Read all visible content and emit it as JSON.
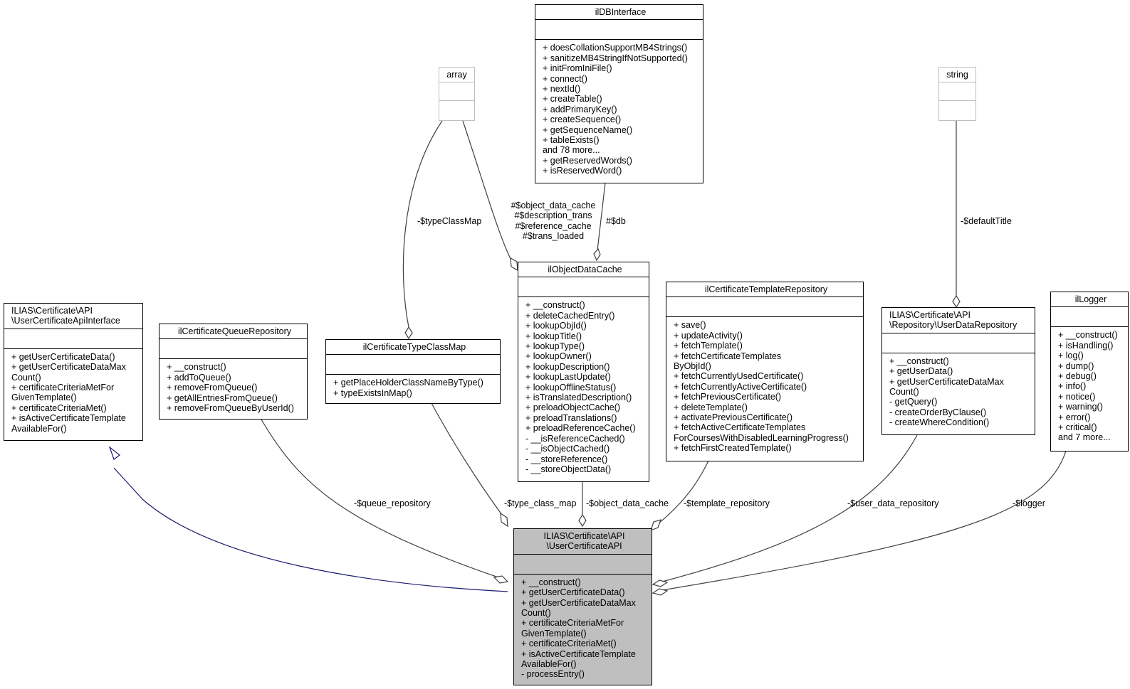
{
  "classes": {
    "api": {
      "name": [
        "ILIAS\\Certificate\\API",
        "\\UserCertificateAPI"
      ],
      "ops": [
        "+ __construct()",
        "+ getUserCertificateData()",
        "+ getUserCertificateDataMax",
        "Count()",
        "+ certificateCriteriaMetFor",
        "GivenTemplate()",
        "+ certificateCriteriaMet()",
        "+ isActiveCertificateTemplate",
        "AvailableFor()",
        "- processEntry()"
      ]
    },
    "iface": {
      "name": [
        "ILIAS\\Certificate\\API",
        "\\UserCertificateApiInterface"
      ],
      "ops": [
        "+ getUserCertificateData()",
        "+ getUserCertificateDataMax",
        "Count()",
        "+ certificateCriteriaMetFor",
        "GivenTemplate()",
        "+ certificateCriteriaMet()",
        "+ isActiveCertificateTemplate",
        "AvailableFor()"
      ]
    },
    "queue": {
      "name": [
        "ilCertificateQueueRepository"
      ],
      "ops": [
        "+ __construct()",
        "+ addToQueue()",
        "+ removeFromQueue()",
        "+ getAllEntriesFromQueue()",
        "+ removeFromQueueByUserId()"
      ]
    },
    "typemap": {
      "name": [
        "ilCertificateTypeClassMap"
      ],
      "ops": [
        "+ getPlaceHolderClassNameByType()",
        "+ typeExistsInMap()"
      ]
    },
    "array": {
      "name": [
        "array"
      ],
      "ops": []
    },
    "dbi": {
      "name": [
        "ilDBInterface"
      ],
      "ops": [
        "+ doesCollationSupportMB4Strings()",
        "+ sanitizeMB4StringIfNotSupported()",
        "+ initFromIniFile()",
        "+ connect()",
        "+ nextId()",
        "+ createTable()",
        "+ addPrimaryKey()",
        "+ createSequence()",
        "+ getSequenceName()",
        "+ tableExists()",
        "and 78 more...",
        "+ getReservedWords()",
        "+ isReservedWord()"
      ]
    },
    "odc": {
      "name": [
        "ilObjectDataCache"
      ],
      "ops": [
        "+ __construct()",
        "+ deleteCachedEntry()",
        "+ lookupObjId()",
        "+ lookupTitle()",
        "+ lookupType()",
        "+ lookupOwner()",
        "+ lookupDescription()",
        "+ lookupLastUpdate()",
        "+ lookupOfflineStatus()",
        "+ isTranslatedDescription()",
        "+ preloadObjectCache()",
        "+ preloadTranslations()",
        "+ preloadReferenceCache()",
        "- __isReferenceCached()",
        "- __isObjectCached()",
        "- __storeReference()",
        "- __storeObjectData()"
      ]
    },
    "tmpl": {
      "name": [
        "ilCertificateTemplateRepository"
      ],
      "ops": [
        "+ save()",
        "+ updateActivity()",
        "+ fetchTemplate()",
        "+ fetchCertificateTemplates",
        "ByObjId()",
        "+ fetchCurrentlyUsedCertificate()",
        "+ fetchCurrentlyActiveCertificate()",
        "+ fetchPreviousCertificate()",
        "+ deleteTemplate()",
        "+ activatePreviousCertificate()",
        "+ fetchActiveCertificateTemplates",
        "ForCoursesWithDisabledLearningProgress()",
        "+ fetchFirstCreatedTemplate()"
      ]
    },
    "string": {
      "name": [
        "string"
      ],
      "ops": []
    },
    "udr": {
      "name": [
        "ILIAS\\Certificate\\API",
        "\\Repository\\UserDataRepository"
      ],
      "ops": [
        "+ __construct()",
        "+ getUserData()",
        "+ getUserCertificateDataMax",
        "Count()",
        "- getQuery()",
        "- createOrderByClause()",
        "- createWhereCondition()"
      ]
    },
    "logger": {
      "name": [
        "ilLogger"
      ],
      "ops": [
        "+ __construct()",
        "+ isHandling()",
        "+ log()",
        "+ dump()",
        "+ debug()",
        "+ info()",
        "+ notice()",
        "+ warning()",
        "+ error()",
        "+ critical()",
        "and 7 more..."
      ]
    }
  },
  "edge_labels": {
    "queue": "-$queue_repository",
    "typemap": "-$type_class_map",
    "odc": "-$object_data_cache",
    "tmpl": "-$template_repository",
    "udr": "-$user_data_repository",
    "logger": "-$logger",
    "typeClassMap": "-$typeClassMap",
    "odc_array": [
      "#$object_data_cache",
      "#$description_trans",
      "#$reference_cache",
      "#$trans_loaded"
    ],
    "db": "#$db",
    "defaultTitle": "-$defaultTitle"
  },
  "colors": {
    "inheritance_edge": "#191970",
    "composition_edge": "#404040",
    "focus_fill": "#bfbfbf",
    "external_type_border": "#bfbfbf"
  }
}
